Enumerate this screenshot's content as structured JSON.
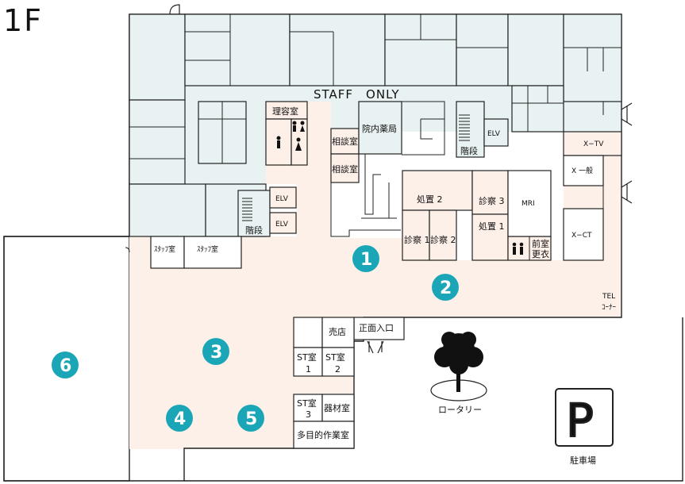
{
  "floor_label": "1F",
  "staff_only": "STAFF　ONLY",
  "rooms": {
    "barber": "理容室",
    "pharmacy": "院内薬局",
    "consult_1": "相談室",
    "consult_2": "相談室",
    "elv_1": "ELV",
    "elv_2": "ELV",
    "elv_3": "ELV",
    "stairs_1": "階段",
    "stairs_2": "階段",
    "staff_room_1": "ｽﾀｯﾌ室",
    "staff_room_2": "ｽﾀｯﾌ室",
    "treat_2": "処置 2",
    "exam_1": "診察 1",
    "exam_2": "診察 2",
    "exam_3": "診察 3",
    "treat_1": "処置 1",
    "mri": "MRI",
    "changing_1": "前室",
    "changing_2": "更衣",
    "xtv": "X−TV",
    "xgen": "X 一般",
    "xct": "X−CT",
    "tel_1": "TEL",
    "tel_2": "ｺｰﾅｰ",
    "entrance": "正面入口",
    "shop": "売店",
    "st1_a": "ST室",
    "st1_b": "1",
    "st2_a": "ST室",
    "st2_b": "2",
    "st3_a": "ST室",
    "st3_b": "3",
    "equipment": "器材室",
    "multipurpose": "多目的作業室",
    "rotary": "ロータリー",
    "parking": "駐車場",
    "parking_sign": "P"
  },
  "markers": [
    "1",
    "2",
    "3",
    "4",
    "5",
    "6"
  ],
  "colors": {
    "corridor": "#fdf0e8",
    "staff_area": "#e8f2f2",
    "wall": "#222222",
    "marker": "#1aa6b7"
  }
}
